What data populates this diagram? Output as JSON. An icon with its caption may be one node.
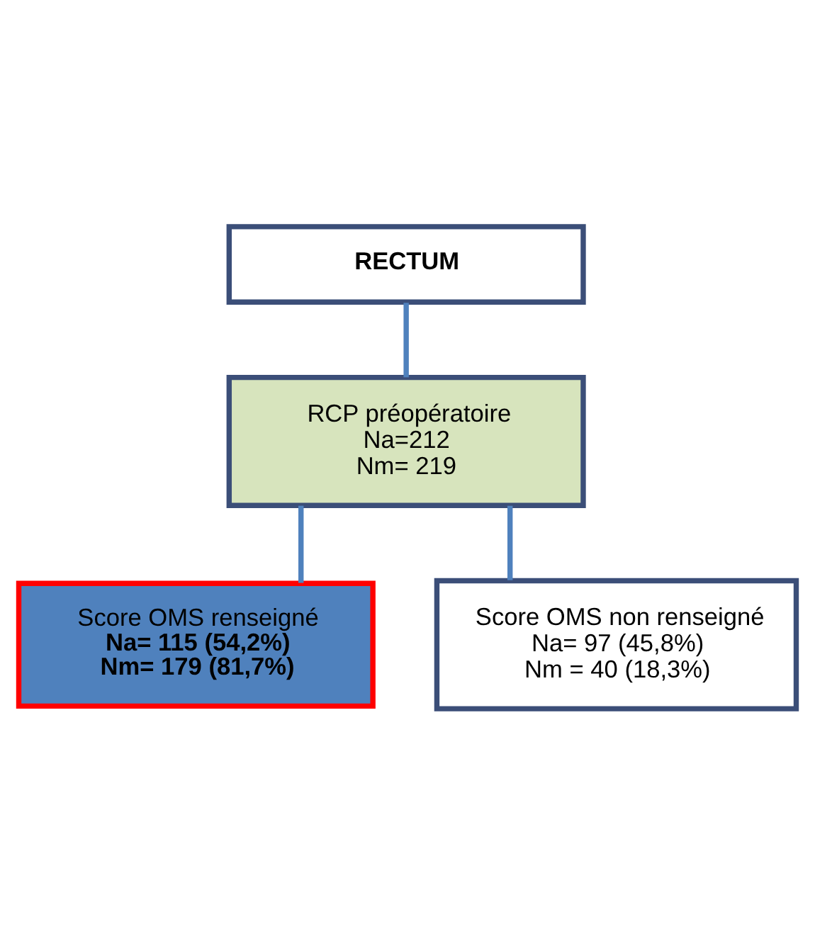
{
  "diagram": {
    "nodes": [
      {
        "text": [
          "RECTUM"
        ]
      },
      {
        "text": [
          "RCP préopératoire",
          "Na=212",
          "Nm= 219"
        ]
      },
      {
        "text": [
          "Score OMS renseigné",
          "Na= 115 (54,2%)",
          "Nm= 179 (81,7%)"
        ]
      },
      {
        "text": [
          "Score OMS non renseigné",
          "Na= 97 (45,8%)",
          "Nm = 40 (18,3%)"
        ]
      }
    ],
    "edges": [
      {
        "from": 0,
        "to": 1,
        "arrow": "none"
      },
      {
        "from": 1,
        "to": 2,
        "arrow": "none"
      },
      {
        "from": 1,
        "to": 3,
        "arrow": "none"
      }
    ]
  }
}
